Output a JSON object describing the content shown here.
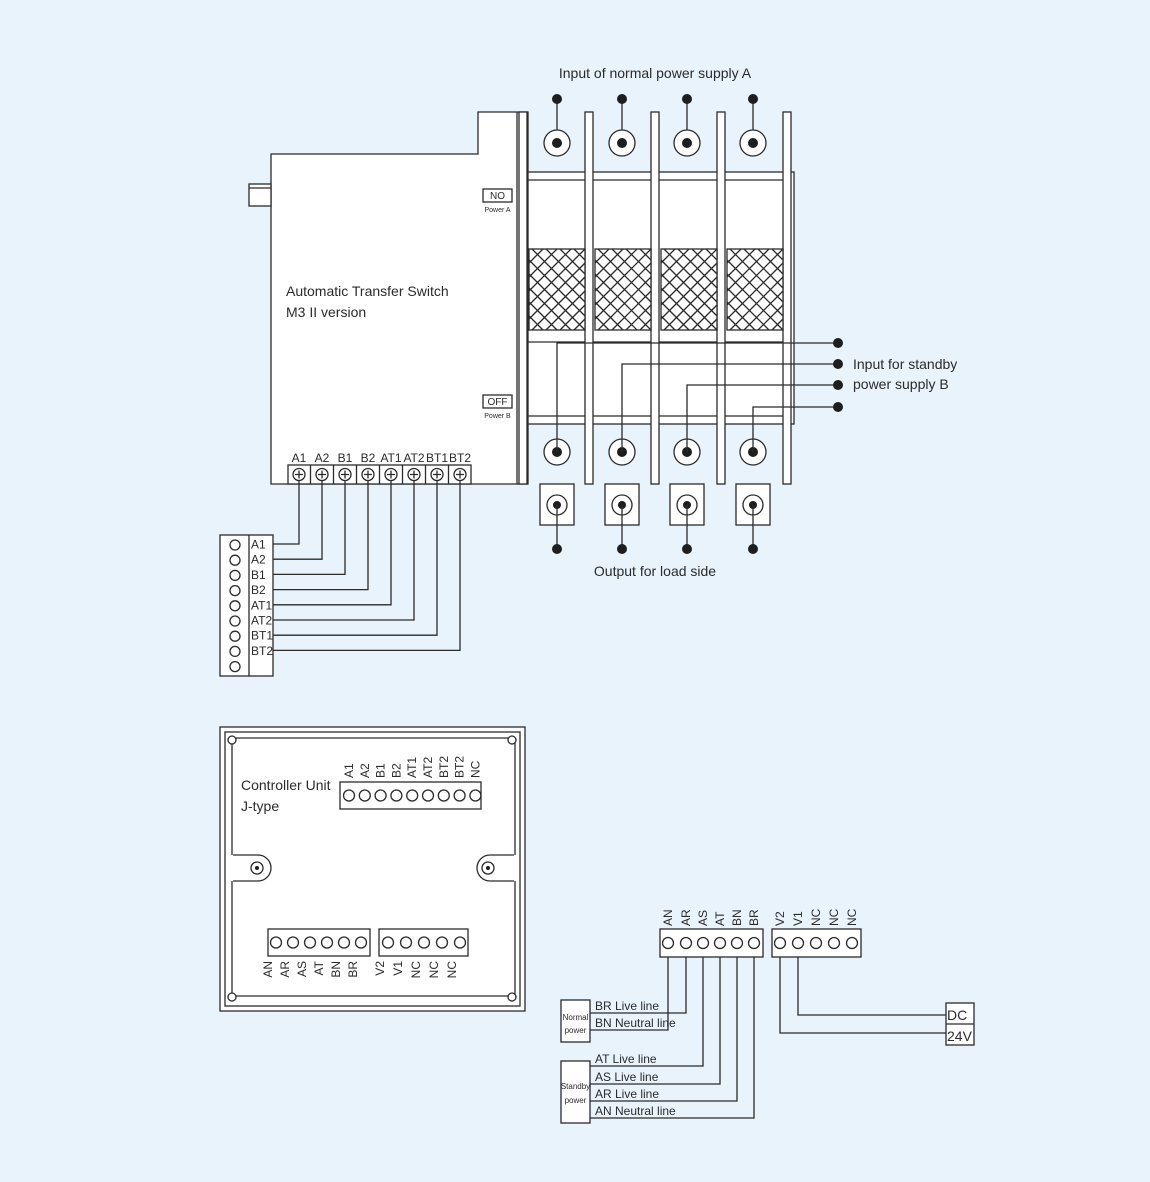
{
  "colors": {
    "background": "#e8f3fb",
    "line": "#2b2b2b",
    "panel": "#ffffff"
  },
  "labels": {
    "input_a": "Input of normal power supply A",
    "input_b_line1": "Input for standby",
    "input_b_line2": "power supply B",
    "output": "Output for load side",
    "ats_line1": "Automatic Transfer Switch",
    "ats_line2": "M3 II version",
    "no_label": "NO",
    "power_a": "Power A",
    "off_label": "OFF",
    "power_b": "Power B",
    "controller_line1": "Controller Unit",
    "controller_line2": "J-type",
    "dc_line1": "DC",
    "dc_line2": "24V",
    "normal_power_line1": "Normal",
    "normal_power_line2": "power",
    "standby_power_line1": "Standby",
    "standby_power_line2": "power"
  },
  "ats_terminals": [
    "A1",
    "A2",
    "B1",
    "B2",
    "AT1",
    "AT2",
    "BT1",
    "BT2"
  ],
  "side_terminals": [
    "A1",
    "A2",
    "B1",
    "B2",
    "AT1",
    "AT2",
    "BT1",
    "BT2"
  ],
  "controller_top_terminals": [
    "A1",
    "A2",
    "B1",
    "B2",
    "AT1",
    "AT2",
    "BT2",
    "BT2",
    "NC"
  ],
  "controller_power_terminals": [
    "AN",
    "AR",
    "AS",
    "AT",
    "BN",
    "BR"
  ],
  "controller_signal_terminals": [
    "V2",
    "V1",
    "NC",
    "NC",
    "NC"
  ],
  "wiring_power_terminals": [
    "AN",
    "AR",
    "AS",
    "AT",
    "BN",
    "BR"
  ],
  "wiring_signal_terminals": [
    "V2",
    "V1",
    "NC",
    "NC",
    "NC"
  ],
  "normal_power_lines": [
    "BR Live line",
    "BN Neutral line"
  ],
  "standby_power_lines": [
    "AT Live line",
    "AS Live line",
    "AR Live line",
    "AN Neutral line"
  ]
}
